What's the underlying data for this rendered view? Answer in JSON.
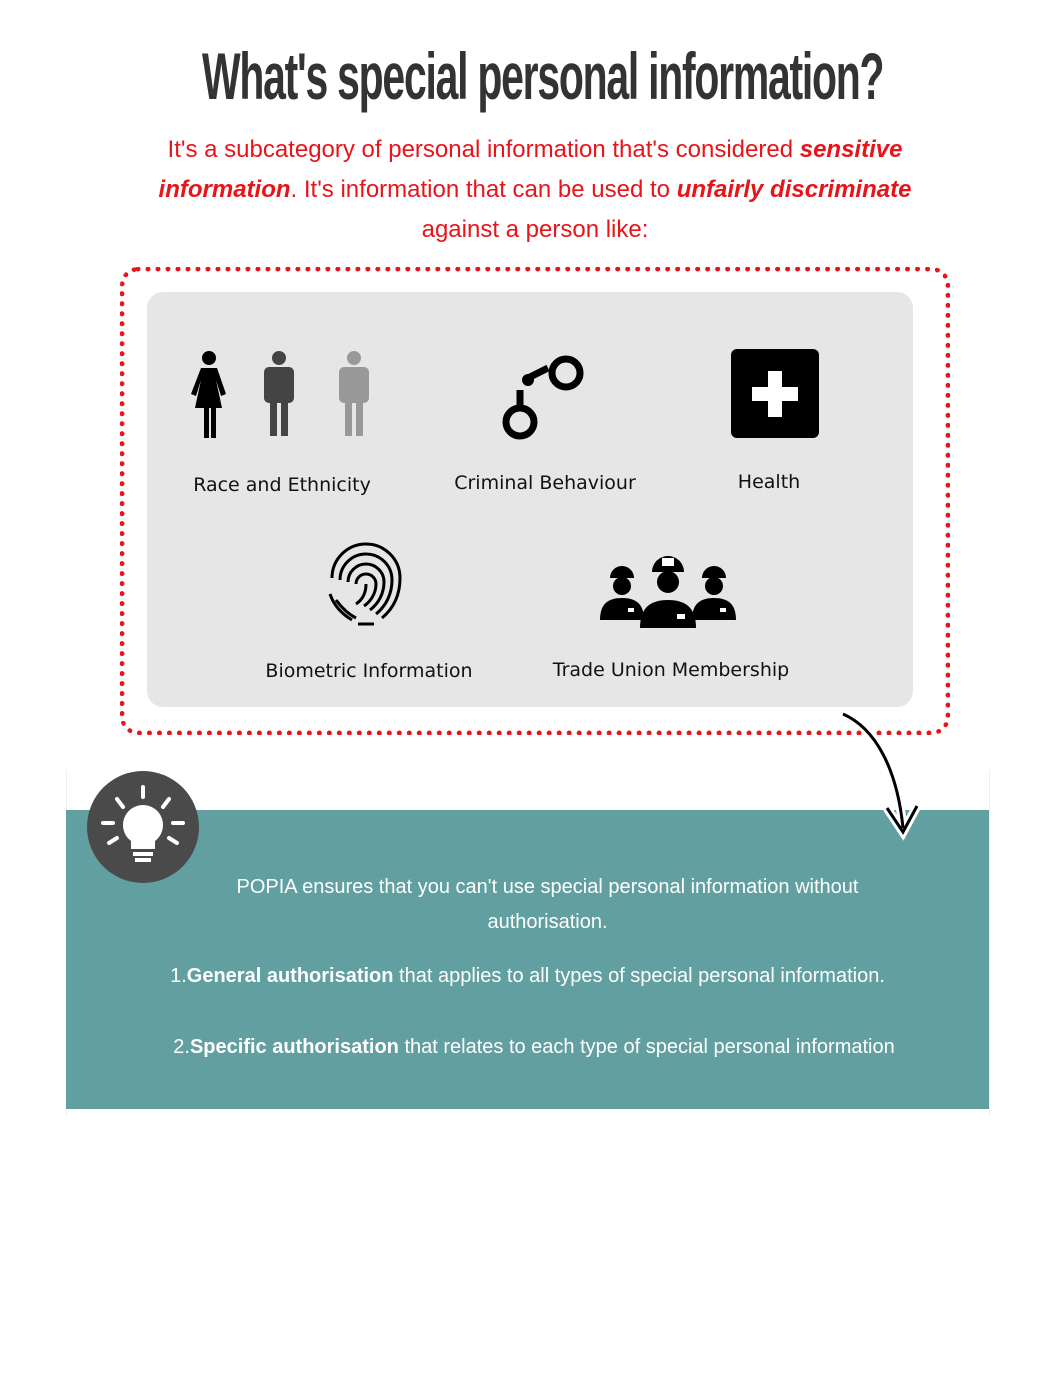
{
  "title": "What's special personal information?",
  "intro": {
    "part1": "It's a subcategory of personal information that's considered ",
    "emph1": "sensitive information",
    "part2": ". It's information that can be used to ",
    "emph2": "unfairly discriminate",
    "part3": " against a person like:"
  },
  "categories": [
    {
      "label": "Race and Ethnicity",
      "icon": "people-icon"
    },
    {
      "label": "Criminal Behaviour",
      "icon": "handcuffs-icon"
    },
    {
      "label": "Health",
      "icon": "medical-cross-icon"
    },
    {
      "label": "Biometric Information",
      "icon": "fingerprint-icon"
    },
    {
      "label": "Trade Union Membership",
      "icon": "workers-icon"
    }
  ],
  "tip": {
    "icon": "lightbulb-icon",
    "text": "POPIA ensures that you can't use special personal information without authorisation.",
    "items": [
      {
        "num": "1.",
        "bold": "General authorisation",
        "rest": " that applies to all types of special personal information."
      },
      {
        "num": "2.",
        "bold": "Specific authorisation",
        "rest": " that relates to each type of special personal information"
      }
    ]
  },
  "colors": {
    "accent": "#e8141a",
    "teal": "#619fa0",
    "title": "#333333",
    "panel": "#e6e6e6"
  }
}
